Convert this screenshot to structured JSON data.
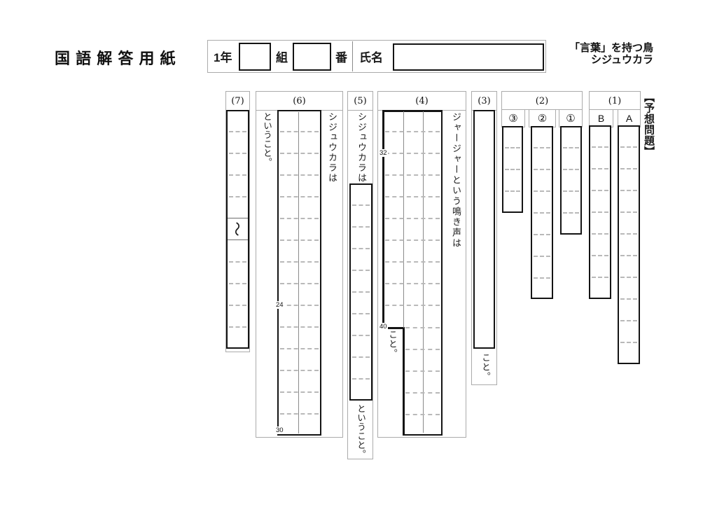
{
  "header": {
    "title": "国 語 解 答 用 紙",
    "grade_label": "1年",
    "class_label": "組",
    "number_label": "番",
    "name_label": "氏名",
    "subject_line1": "「言葉」を持つ鳥",
    "subject_line2": "シジュウカラ"
  },
  "side_label": "【予想問題】",
  "sections": {
    "s1": {
      "label": "(1)",
      "sub_b": "B",
      "sub_a": "A"
    },
    "s2": {
      "label": "(2)",
      "sub3": "③",
      "sub2": "②",
      "sub1": "①"
    },
    "s3": {
      "label": "(3)",
      "tail": "こと。"
    },
    "s4": {
      "label": "(4)",
      "lead": "ジャージャーという鳴き声は",
      "tail": "こと。",
      "marker_32": "32",
      "marker_40": "40"
    },
    "s5": {
      "label": "(5)",
      "lead": "シジュウカラは",
      "tail": "ということ。"
    },
    "s6": {
      "label": "(6)",
      "lead": "シジュウカラは",
      "tail": "ということ。",
      "marker_24": "24",
      "marker_30": "30"
    },
    "s7": {
      "label": "(7)",
      "range_mark": "〜"
    }
  }
}
